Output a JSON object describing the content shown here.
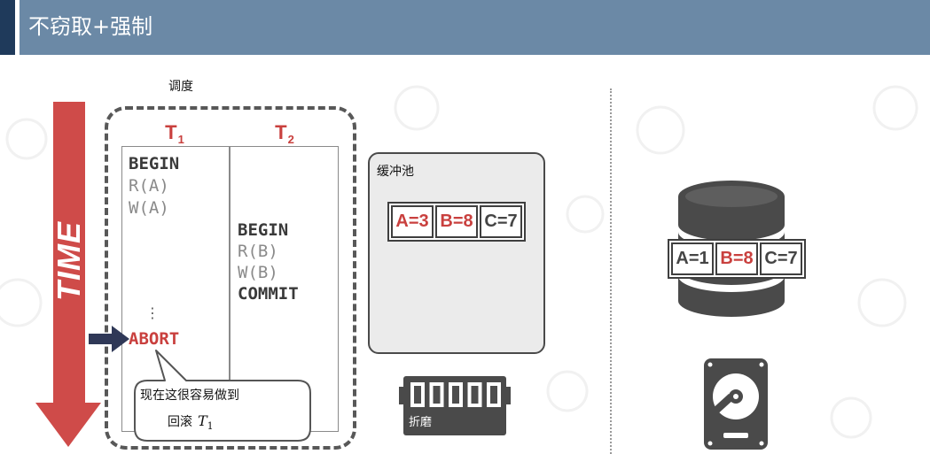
{
  "header": {
    "title": "不窃取+强制"
  },
  "schedule": {
    "label": "调度",
    "time_label": "TIME",
    "t1": {
      "name": "T",
      "sub": "1",
      "ops": [
        "BEGIN",
        "R(A)",
        "W(A)"
      ],
      "ellipsis": "⋮",
      "abort": "ABORT"
    },
    "t2": {
      "name": "T",
      "sub": "2",
      "ops": [
        "BEGIN",
        "R(B)",
        "W(B)",
        "COMMIT"
      ]
    }
  },
  "callout": {
    "line1": "现在这很容易做到",
    "line2": "回滚",
    "math_var": "T",
    "math_sub": "1"
  },
  "buffer_pool": {
    "label": "缓冲池",
    "cells": [
      {
        "text": "A=3",
        "color": "#c9403e"
      },
      {
        "text": "B=8",
        "color": "#c9403e"
      },
      {
        "text": "C=7",
        "color": "#454545"
      }
    ]
  },
  "memory": {
    "label": "折磨",
    "icon": "memory-icon"
  },
  "disk": {
    "icon": "database-icon",
    "drive_icon": "hard-drive-icon",
    "cells": [
      {
        "text": "A=1",
        "color": "#454545"
      },
      {
        "text": "B=8",
        "color": "#c9403e"
      },
      {
        "text": "C=7",
        "color": "#454545"
      }
    ]
  },
  "icons": {
    "time_arrow": "arrow-down-icon",
    "pointer": "arrow-right-icon"
  },
  "colors": {
    "header": "#6b89a6",
    "header_accent": "#1f3a5b",
    "accent_red": "#c9403e",
    "time_arrow": "#cf4b49",
    "pointer": "#2f3857",
    "icon_dark": "#4a4a4a",
    "pool_fill": "#ebebeb"
  }
}
